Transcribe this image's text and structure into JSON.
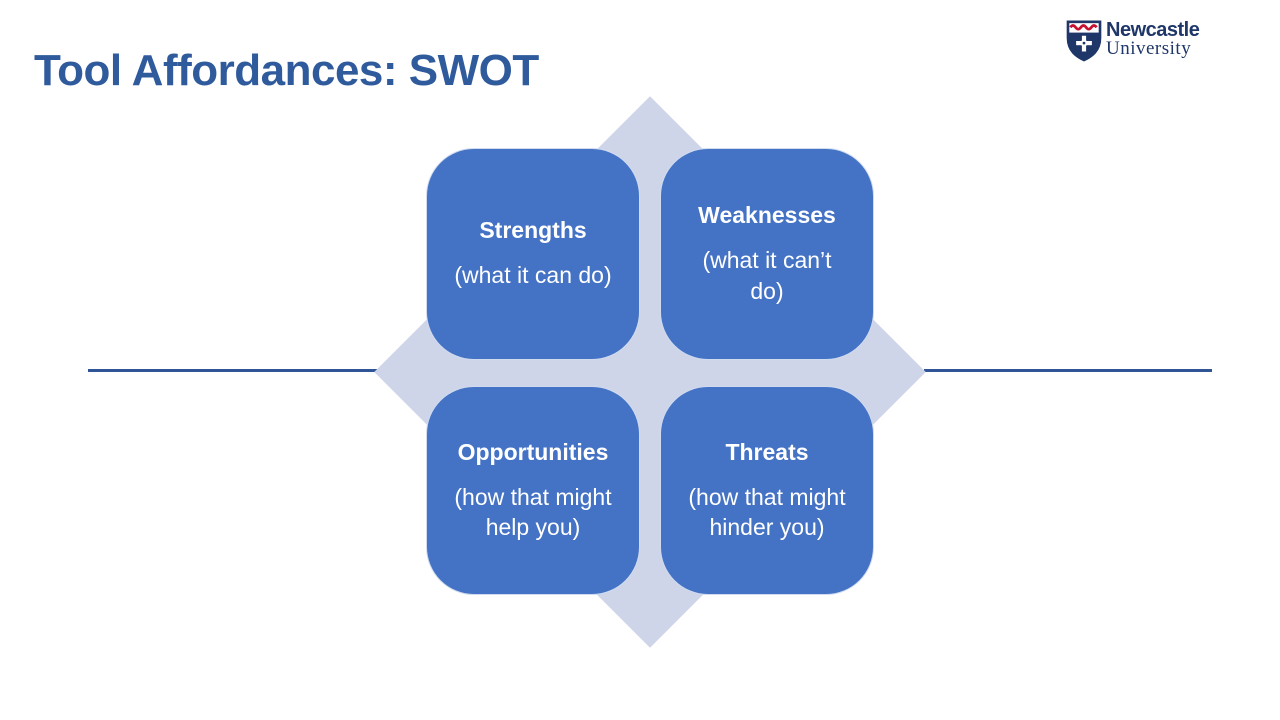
{
  "slide": {
    "title": "Tool Affordances: SWOT"
  },
  "logo": {
    "line1": "Newcastle",
    "line2": "University"
  },
  "diagram": {
    "type": "swot-matrix",
    "quadrants": [
      {
        "heading": "Strengths",
        "description": "(what it can do)"
      },
      {
        "heading": "Weaknesses",
        "description": "(what it can’t do)"
      },
      {
        "heading": "Opportunities",
        "description": "(how that might help you)"
      },
      {
        "heading": "Threats",
        "description": "(how that might hinder you)"
      }
    ],
    "colors": {
      "quadrant_fill": "#4472C4",
      "diamond_fill": "#CED5E9",
      "divider_line": "#2F5597",
      "title_text": "#2F5B9D",
      "quadrant_text": "#FFFFFF"
    }
  }
}
